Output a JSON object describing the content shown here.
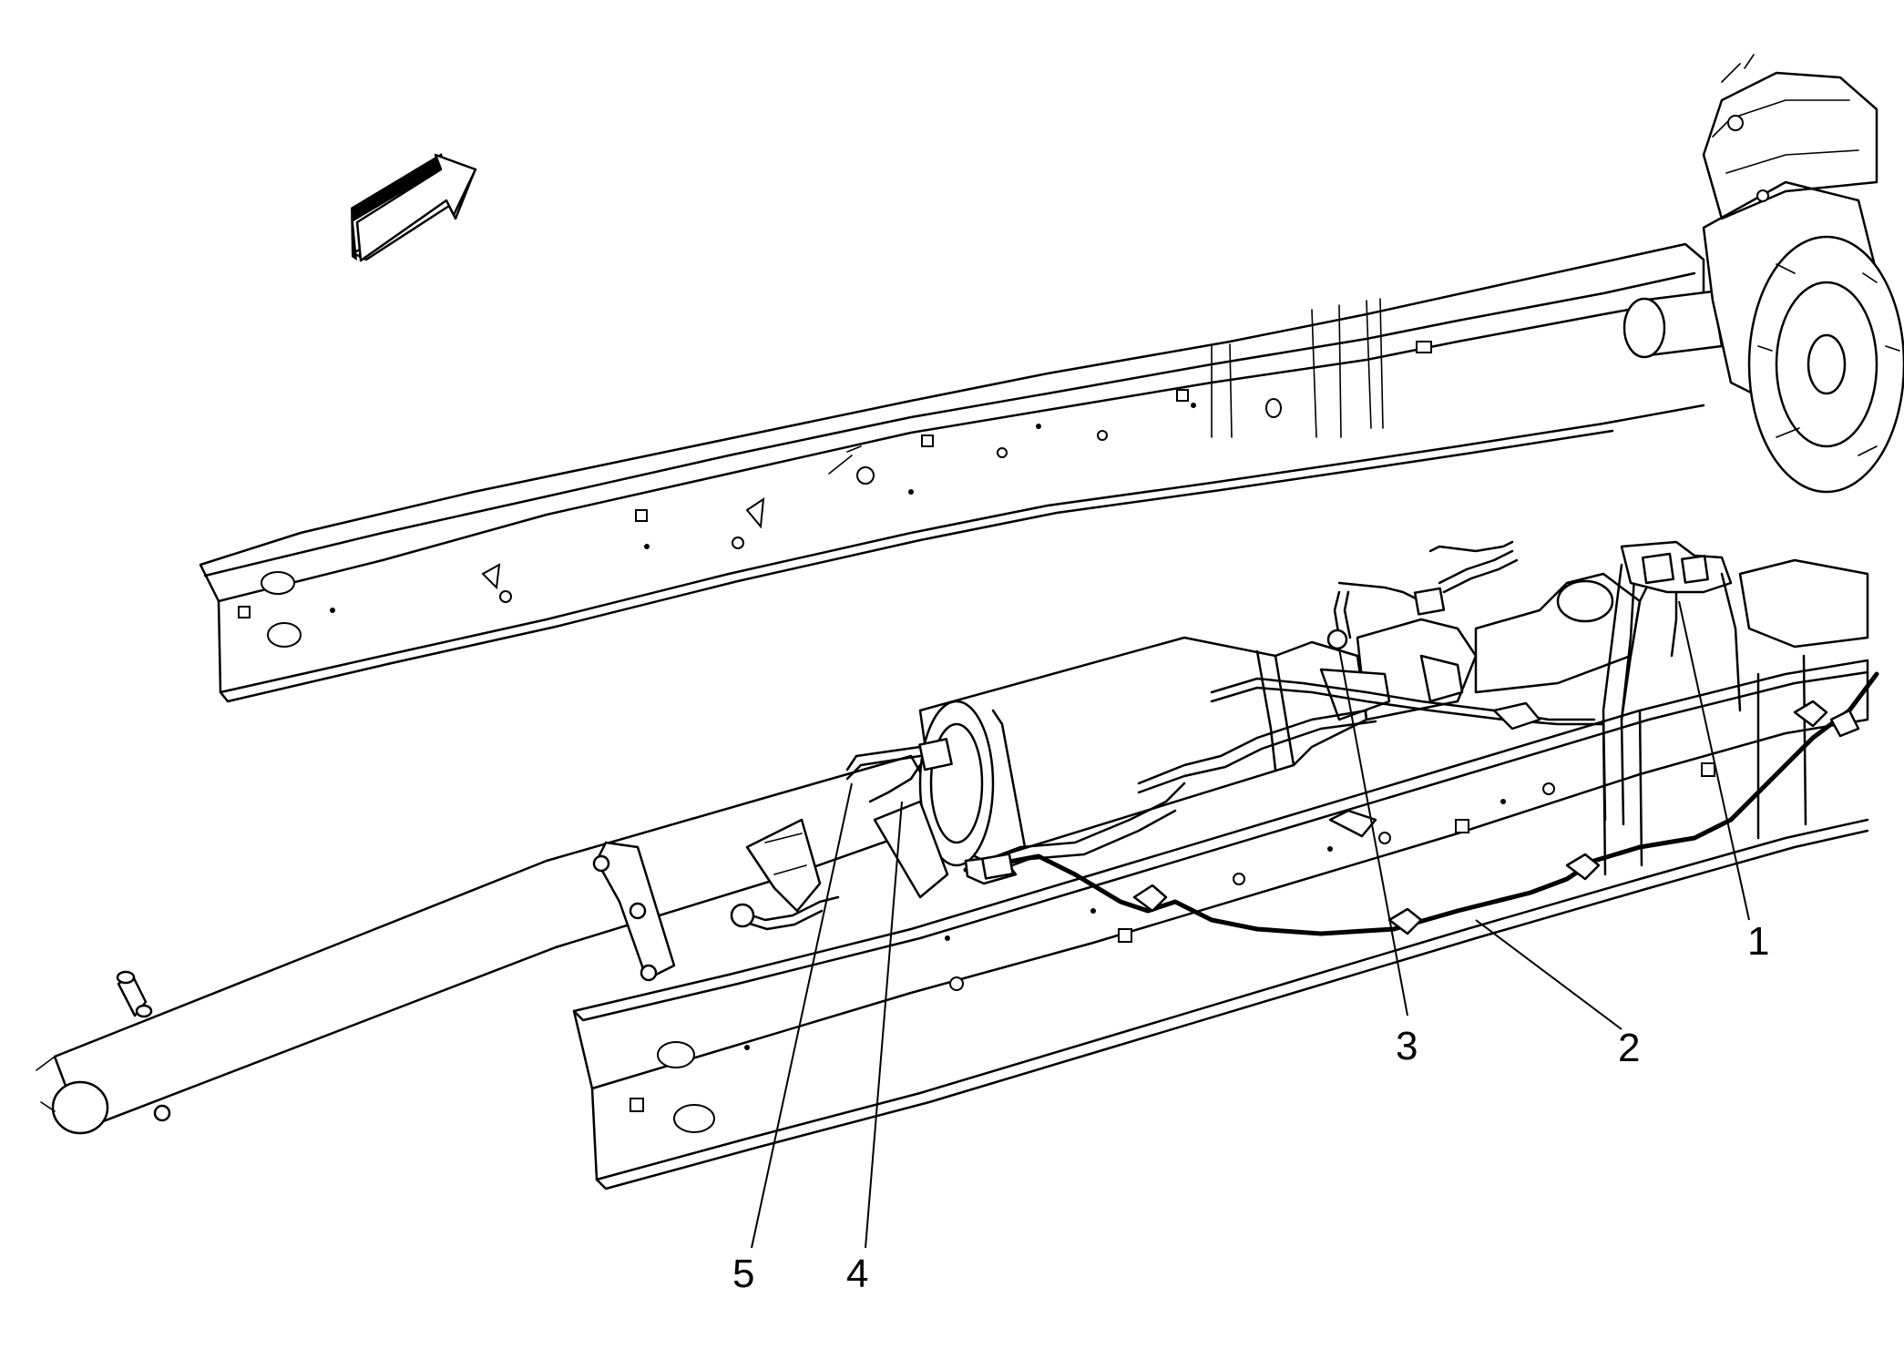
{
  "callouts": [
    {
      "id": "1",
      "label": "1"
    },
    {
      "id": "2",
      "label": "2"
    },
    {
      "id": "3",
      "label": "3"
    },
    {
      "id": "4",
      "label": "4"
    },
    {
      "id": "5",
      "label": "5"
    }
  ],
  "direction_indicator": {
    "icon": "front-direction-arrow-icon"
  },
  "colors": {
    "line": "#000000",
    "background": "#ffffff"
  }
}
